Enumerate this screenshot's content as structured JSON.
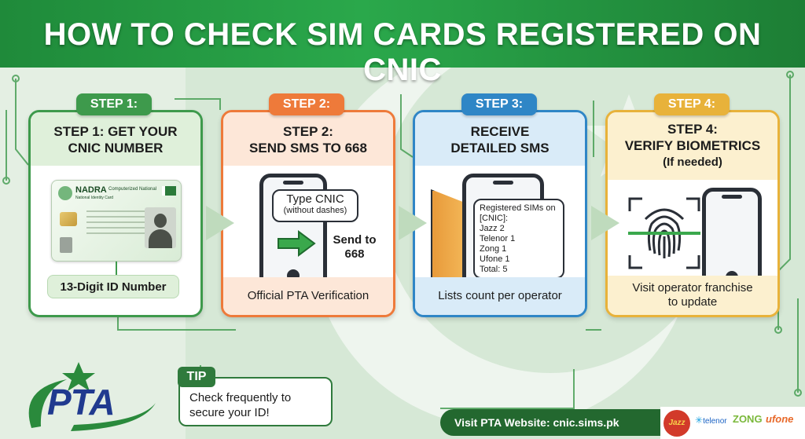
{
  "header": {
    "title": "HOW TO CHECK SIM CARDS REGISTERED ON CNIC"
  },
  "colors": {
    "green": "#2aa84b",
    "orange": "#ee7a3a",
    "blue": "#2f86c6",
    "yellow": "#e8b23a",
    "dark_green": "#23682f",
    "pta_blue": "#203a8f"
  },
  "steps": [
    {
      "pill": "STEP 1:",
      "title_line1": "STEP 1: GET YOUR",
      "title_line2": "CNIC NUMBER",
      "footer": "13-Digit ID Number",
      "card": {
        "brand": "NADRA",
        "heading": "Computerized National",
        "subheading": "National Identity Card"
      }
    },
    {
      "pill": "STEP 2:",
      "title_line1": "STEP 2:",
      "title_line2": "SEND SMS TO 668",
      "bubble_line1": "Type CNIC",
      "bubble_line2": "(without dashes)",
      "send_line1": "Send to",
      "send_line2": "668",
      "footer": "Official PTA Verification"
    },
    {
      "pill": "STEP 3:",
      "title_line1": "RECEIVE",
      "title_line2": "DETAILED SMS",
      "sms": [
        "Registered SIMs on",
        "[CNIC]:",
        "Jazz 2",
        "Telenor 1",
        "Zong 1",
        "Ufone 1",
        "Total: 5"
      ],
      "footer": "Lists count per operator"
    },
    {
      "pill": "STEP 4:",
      "title_line1": "STEP 4:",
      "title_line2": "VERIFY BIOMETRICS",
      "title_line3": "(If needed)",
      "footer_line1": "Visit operator franchise",
      "footer_line2": "to update"
    }
  ],
  "tip": {
    "label": "TIP",
    "line1": "Check frequently to",
    "line2": "secure your ID!"
  },
  "logo": {
    "text": "PTA"
  },
  "website": "Visit PTA Website: cnic.sims.pk",
  "operators": [
    "Jazz",
    "telenor",
    "ZONG",
    "ufone"
  ]
}
